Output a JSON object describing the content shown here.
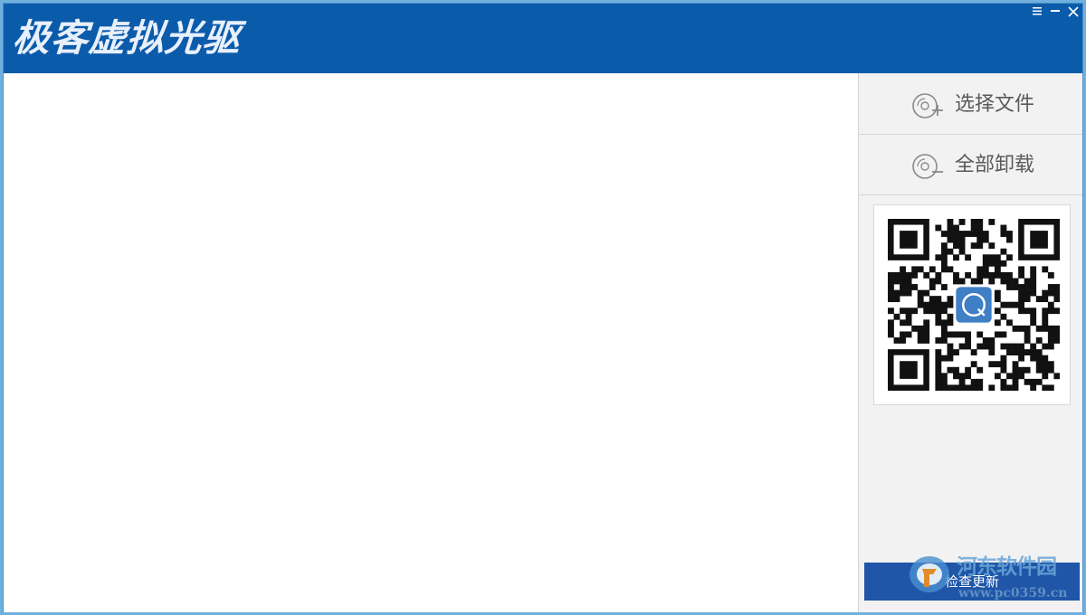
{
  "window": {
    "title": "极客虚拟光驱",
    "controls": {
      "menu": "≡",
      "minimize": "−",
      "close": "×"
    }
  },
  "sidebar": {
    "select_file_label": "选择文件",
    "unmount_all_label": "全部卸载",
    "check_update_label": "检查更新"
  },
  "watermark": {
    "text": "河东软件园",
    "url": "www.pc0359.cn"
  },
  "colors": {
    "titlebar": "#0b5bab",
    "sidebar_bg": "#f2f2f2",
    "update_button": "#1f56a8"
  },
  "icons": [
    "disc-add-icon",
    "disc-eject-icon",
    "qr-code",
    "app-badge-icon"
  ]
}
